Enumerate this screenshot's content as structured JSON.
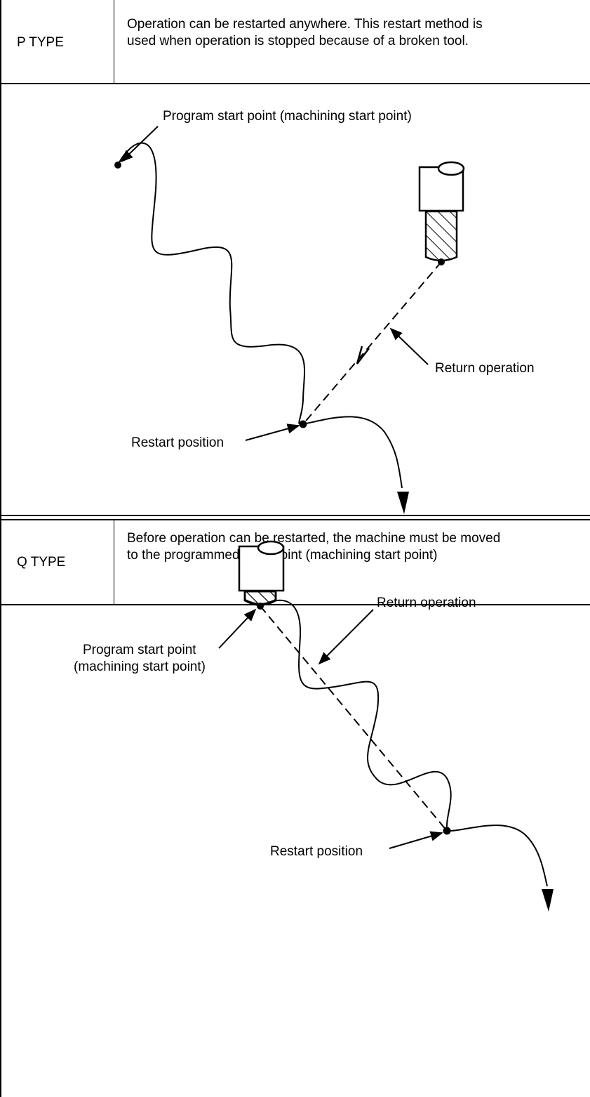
{
  "p_section": {
    "type_label": "P TYPE",
    "description_line1": "Operation can be restarted anywhere. This restart method is",
    "description_line2": "used when operation is stopped because of a broken tool.",
    "labels": {
      "program_start": "Program start point (machining start point)",
      "return_operation": "Return operation",
      "restart_position": "Restart position"
    }
  },
  "q_section": {
    "type_label": "Q TYPE",
    "description_line1": "Before operation can be restarted, the machine must be moved",
    "description_line2": "to the programmed start point (machining start point)",
    "labels": {
      "program_start_line1": "Program start point",
      "program_start_line2": "(machining start point)",
      "return_operation": "Return operation",
      "restart_position": "Restart position"
    }
  }
}
